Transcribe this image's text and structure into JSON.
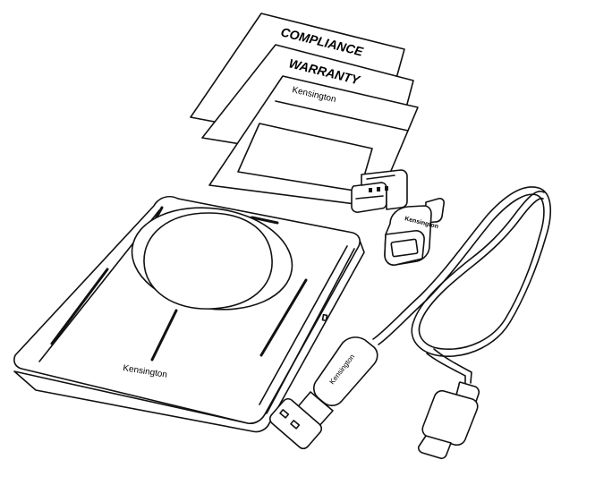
{
  "documents": {
    "compliance_title": "COMPLIANCE",
    "warranty_title": "WARRANTY",
    "guide_brand": "Kensington"
  },
  "trackball": {
    "brand": "Kensington"
  },
  "adapter": {
    "brand": "Kensington"
  },
  "cable": {
    "brand": "Kensington"
  }
}
